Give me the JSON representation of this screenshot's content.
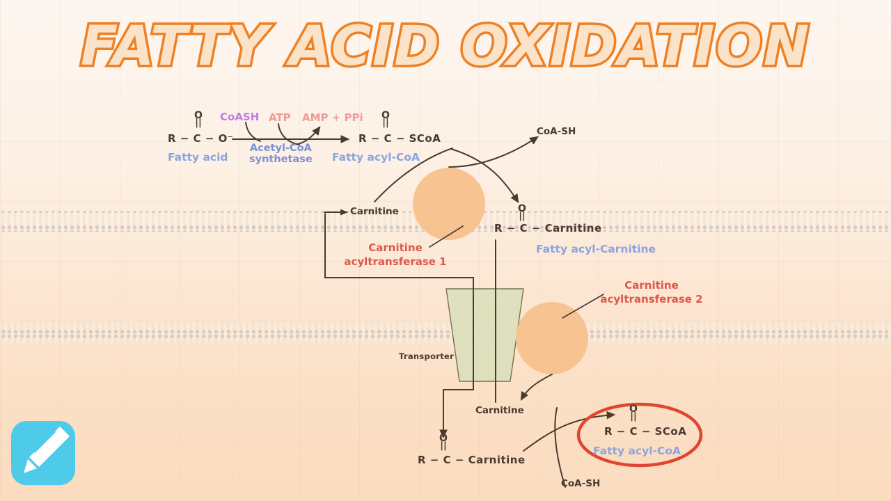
{
  "title": "FATTY ACID OXIDATION",
  "colors": {
    "title_fill": "#fbe3c9",
    "title_stroke": "#ef8023",
    "enzyme_circle": "#f7c391",
    "transporter": "#d9dcb4",
    "red_accent": "#e0564a",
    "blue_accent": "#8ba5e2",
    "purple_accent": "#c27de0",
    "pink_accent": "#ef9a9a",
    "ink": "#4a3a30",
    "logo_bg": "#4ecbe8"
  },
  "reaction_top": {
    "substrate": {
      "r": "R",
      "bond1": "—",
      "c": "C",
      "bond2": "—",
      "leaving": "O⁻",
      "carbonyl_o": "O",
      "double_bond": "||"
    },
    "substrate_label": "Fatty acid",
    "cofactor_in_1": "CoASH",
    "cofactor_in_2": "ATP",
    "cofactor_out": "AMP + PPi",
    "enzyme": {
      "line1": "Acetyl-CoA",
      "line2": "synthetase"
    },
    "product": {
      "r": "R",
      "c": "C",
      "tail": "SCoA",
      "carbonyl_o": "O",
      "double_bond": "||"
    },
    "product_label": "Fatty acyl-CoA"
  },
  "step_cat1": {
    "carnitine_in": "Carnitine",
    "coash_out": "CoA-SH",
    "enzyme": {
      "line1": "Carnitine",
      "line2": "acyltransferase 1"
    },
    "product": {
      "r": "R",
      "c": "C",
      "tail": "Carnitine",
      "carbonyl_o": "O",
      "double_bond": "||"
    },
    "product_label": "Fatty acyl-Carnitine"
  },
  "transporter": {
    "label": "Transporter"
  },
  "step_cat2": {
    "enzyme": {
      "line1": "Carnitine",
      "line2": "acyltransferase 2"
    },
    "carnitine_out": "Carnitine",
    "substrate": {
      "r": "R",
      "c": "C",
      "tail": "Carnitine",
      "carbonyl_o": "O",
      "double_bond": "||"
    },
    "coash_in": "CoA-SH",
    "product": {
      "r": "R",
      "c": "C",
      "tail": "SCoA",
      "carbonyl_o": "O",
      "double_bond": "||"
    },
    "product_label": "Fatty acyl-CoA"
  },
  "logo": {
    "icon": "pencil-icon"
  }
}
